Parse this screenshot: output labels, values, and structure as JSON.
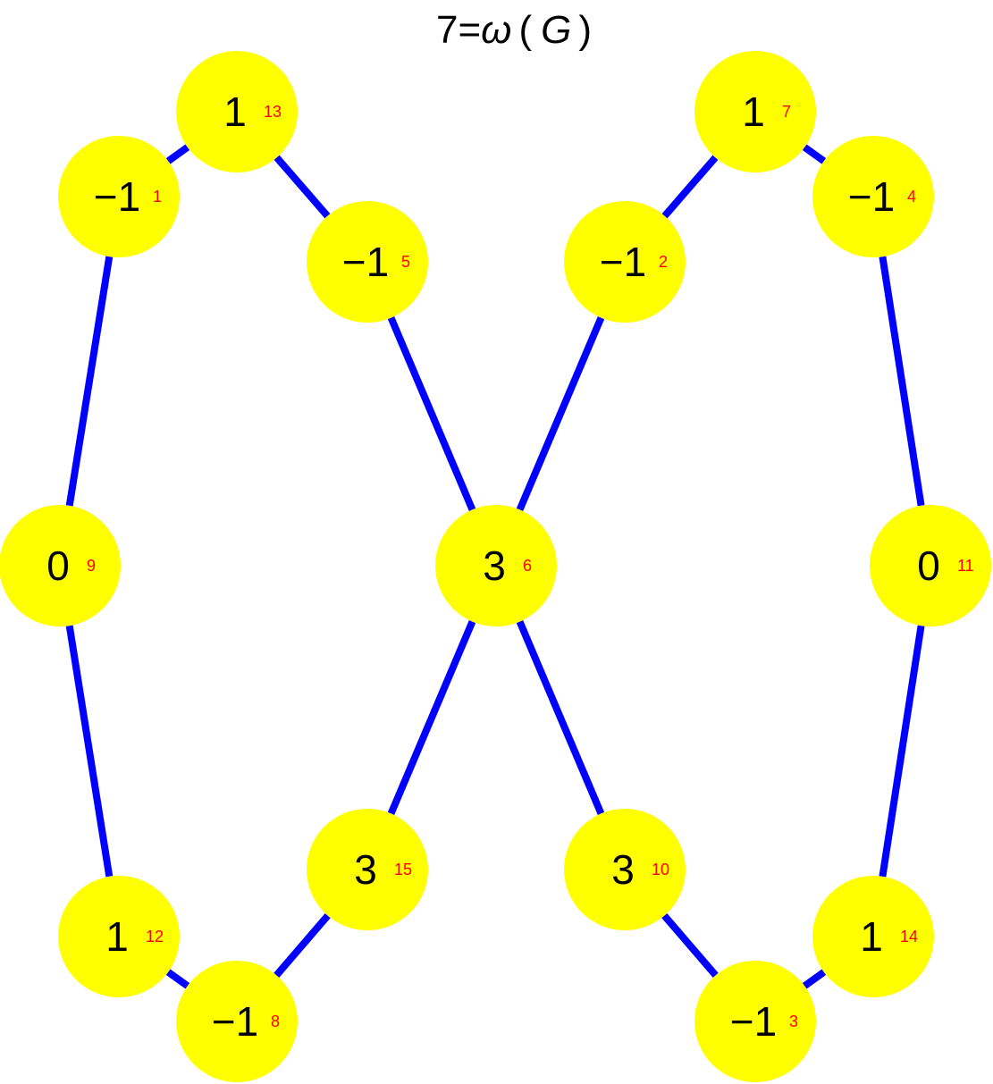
{
  "title": {
    "lhs": "7",
    "eq": "=",
    "omega": "ω",
    "open": "(",
    "g": "G",
    "close": ")"
  },
  "colors": {
    "node_fill": "#ffff00",
    "edge": "#0000ff",
    "value_text": "#000000",
    "id_text": "#ff0000"
  },
  "nodes": [
    {
      "id": "1",
      "value": "−1"
    },
    {
      "id": "2",
      "value": "−1"
    },
    {
      "id": "3",
      "value": "−1"
    },
    {
      "id": "4",
      "value": "−1"
    },
    {
      "id": "5",
      "value": "−1"
    },
    {
      "id": "6",
      "value": "3"
    },
    {
      "id": "7",
      "value": "1"
    },
    {
      "id": "8",
      "value": "−1"
    },
    {
      "id": "9",
      "value": "0"
    },
    {
      "id": "10",
      "value": "3"
    },
    {
      "id": "11",
      "value": "0"
    },
    {
      "id": "12",
      "value": "1"
    },
    {
      "id": "13",
      "value": "1"
    },
    {
      "id": "14",
      "value": "1"
    },
    {
      "id": "15",
      "value": "3"
    }
  ],
  "edges": [
    [
      "1",
      "13"
    ],
    [
      "13",
      "5"
    ],
    [
      "5",
      "6"
    ],
    [
      "1",
      "9"
    ],
    [
      "9",
      "12"
    ],
    [
      "12",
      "8"
    ],
    [
      "8",
      "15"
    ],
    [
      "15",
      "6"
    ],
    [
      "7",
      "4"
    ],
    [
      "7",
      "2"
    ],
    [
      "2",
      "6"
    ],
    [
      "4",
      "11"
    ],
    [
      "11",
      "14"
    ],
    [
      "14",
      "3"
    ],
    [
      "3",
      "10"
    ],
    [
      "10",
      "6"
    ]
  ]
}
